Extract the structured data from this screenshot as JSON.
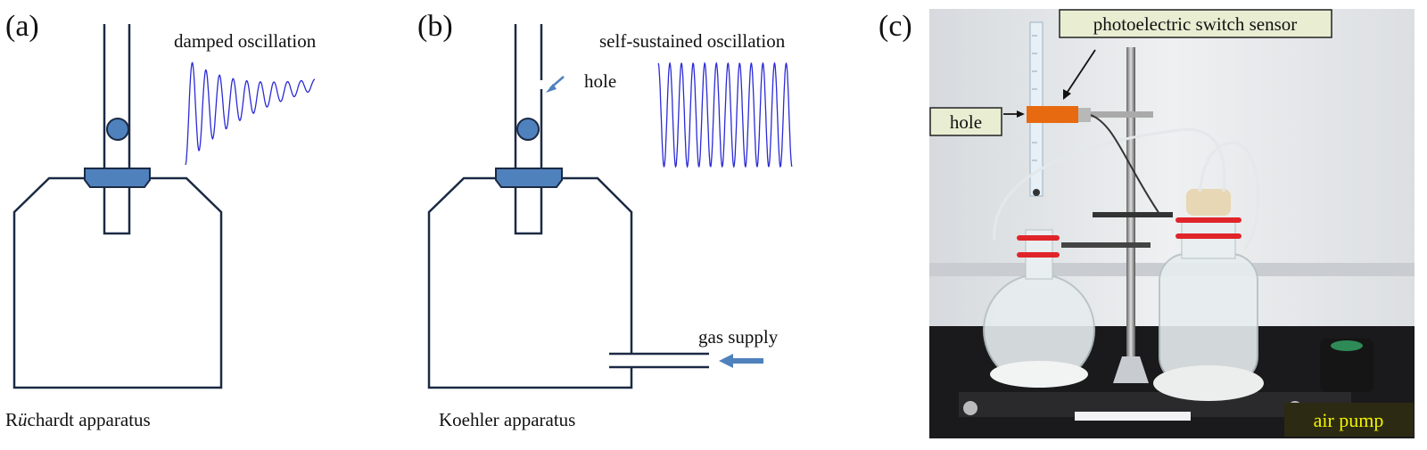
{
  "panel_a": {
    "tag": "(a)",
    "wave_label": "damped oscillation",
    "caption_pre": "R",
    "caption_em": "ü",
    "caption_post": "chardt apparatus"
  },
  "panel_b": {
    "tag": "(b)",
    "wave_label": "self-sustained oscillation",
    "hole_label": "hole",
    "gas_label": "gas supply",
    "caption": "Koehler apparatus"
  },
  "panel_c": {
    "tag": "(c)",
    "sensor_label": "photoelectric switch sensor",
    "hole_label": "hole",
    "pump_label": "air pump"
  },
  "colors": {
    "outline": "#1b2a44",
    "accent_blue": "#4f81bd",
    "wave": "#2b2bd6",
    "label_box": "#e9edd2",
    "pump_box": "#2c2a12",
    "pump_text": "#f2f200"
  }
}
